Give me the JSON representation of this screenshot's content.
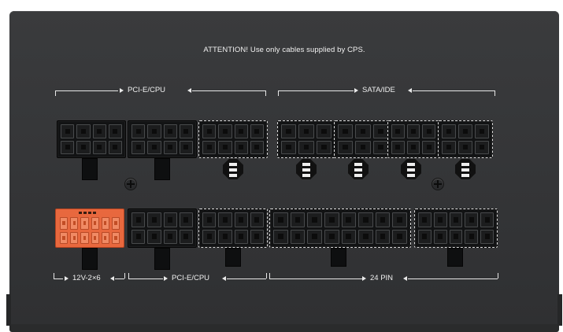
{
  "panel": {
    "attention_text": "ATTENTION! Use only cables supplied by CPS."
  },
  "labels": {
    "top_left": "PCI-E/CPU",
    "top_right": "SATA/IDE",
    "bottom_12v": "12V-2×6",
    "bottom_pcie": "PCI-E/CPU",
    "bottom_24pin": "24 PIN"
  },
  "colors": {
    "housing": "#363739",
    "connector": "#121314",
    "highlight_12v": "#e8683e",
    "label_text": "#efefef"
  },
  "icons": [
    "screw-icon",
    "arrow-right-icon",
    "arrow-left-icon"
  ]
}
